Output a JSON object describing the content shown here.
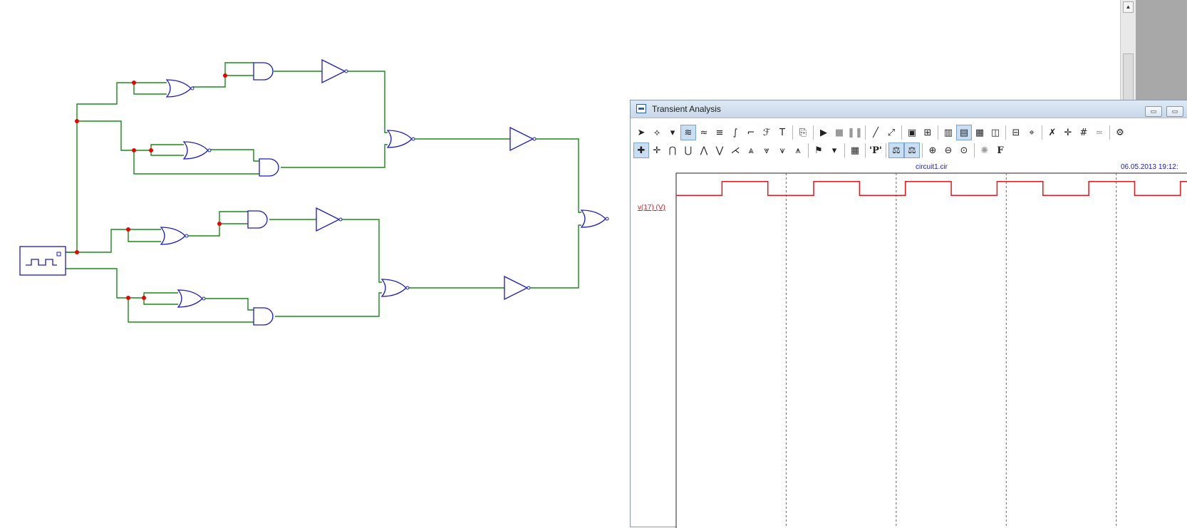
{
  "analysis_window": {
    "title": "Transient Analysis",
    "minimize_label": "▭",
    "maximize_label": "▭",
    "plot_file": "circuit1.cir",
    "plot_date": "06.05.2013 19:12:",
    "trace_label": "v(17) (V)",
    "trace_color": "#e8171c",
    "wire_color": "#1a8a1a",
    "gate_color": "#1a1ad0",
    "toolbar1": [
      {
        "name": "select-arrow-icon",
        "glyph": "➤"
      },
      {
        "name": "component-icon",
        "glyph": "⟡"
      },
      {
        "name": "dropdown-icon",
        "glyph": "▾"
      },
      {
        "name": "scale-icon",
        "glyph": "≋",
        "pressed": true
      },
      {
        "name": "wave-icon",
        "glyph": "≈"
      },
      {
        "name": "stack-icon",
        "glyph": "≡"
      },
      {
        "name": "curve-icon",
        "glyph": "∫"
      },
      {
        "name": "step-icon",
        "glyph": "⌐"
      },
      {
        "name": "fo-icon",
        "glyph": "ℱ"
      },
      {
        "name": "text-icon",
        "glyph": "T"
      },
      {
        "name": "sep",
        "sep": true
      },
      {
        "name": "export-icon",
        "glyph": "⎘"
      },
      {
        "name": "sep",
        "sep": true
      },
      {
        "name": "run-icon",
        "glyph": "▶"
      },
      {
        "name": "stop-icon",
        "glyph": "■",
        "dis": true
      },
      {
        "name": "pause-icon",
        "glyph": "❚❚",
        "dis": true
      },
      {
        "name": "sep",
        "sep": true
      },
      {
        "name": "line-icon",
        "glyph": "╱"
      },
      {
        "name": "diagonal-icon",
        "glyph": "⤢"
      },
      {
        "name": "sep",
        "sep": true
      },
      {
        "name": "frame-icon",
        "glyph": "▣"
      },
      {
        "name": "grid-icon",
        "glyph": "⊞"
      },
      {
        "name": "sep",
        "sep": true
      },
      {
        "name": "view1-icon",
        "glyph": "▥"
      },
      {
        "name": "view2-icon",
        "glyph": "▤",
        "pressed": true
      },
      {
        "name": "view3-icon",
        "glyph": "▦"
      },
      {
        "name": "view4-icon",
        "glyph": "◫"
      },
      {
        "name": "sep",
        "sep": true
      },
      {
        "name": "panel-icon",
        "glyph": "⊟"
      },
      {
        "name": "cursor-icon",
        "glyph": "⌖"
      },
      {
        "name": "sep",
        "sep": true
      },
      {
        "name": "marker1-icon",
        "glyph": "✗"
      },
      {
        "name": "marker2-icon",
        "glyph": "✛"
      },
      {
        "name": "marker3-icon",
        "glyph": "#"
      },
      {
        "name": "marker4-icon",
        "glyph": "≃",
        "dis": true
      },
      {
        "name": "sep",
        "sep": true
      },
      {
        "name": "properties-icon",
        "glyph": "⚙"
      }
    ],
    "toolbar2": [
      {
        "name": "cursor-left-icon",
        "glyph": "✚",
        "pressed": true
      },
      {
        "name": "cursor-right-icon",
        "glyph": "✛"
      },
      {
        "name": "peak-icon",
        "glyph": "⋂"
      },
      {
        "name": "valley-icon",
        "glyph": "⋃"
      },
      {
        "name": "high-icon",
        "glyph": "⋀"
      },
      {
        "name": "low-icon",
        "glyph": "⋁"
      },
      {
        "name": "inflection-icon",
        "glyph": "⋌"
      },
      {
        "name": "global-high-icon",
        "glyph": "⩓"
      },
      {
        "name": "global-low-icon",
        "glyph": "⩔"
      },
      {
        "name": "top-icon",
        "glyph": "⩛"
      },
      {
        "name": "bottom-icon",
        "glyph": "⩚"
      },
      {
        "name": "sep",
        "sep": true
      },
      {
        "name": "tag-icon",
        "glyph": "⚑"
      },
      {
        "name": "dropdown2-icon",
        "glyph": "▾"
      },
      {
        "name": "sep",
        "sep": true
      },
      {
        "name": "table-icon",
        "glyph": "▦"
      },
      {
        "name": "sep",
        "sep": true
      },
      {
        "name": "point-label-icon",
        "glyph": "'P'",
        "bold": true
      },
      {
        "name": "sep",
        "sep": true
      },
      {
        "name": "xy-icon",
        "glyph": "⚖",
        "pressed": true
      },
      {
        "name": "xy2-icon",
        "glyph": "⚖",
        "pressed": true
      },
      {
        "name": "sep",
        "sep": true
      },
      {
        "name": "zoom-in-icon",
        "glyph": "⊕"
      },
      {
        "name": "zoom-out-icon",
        "glyph": "⊖"
      },
      {
        "name": "zoom-fit-icon",
        "glyph": "⊙"
      },
      {
        "name": "sep",
        "sep": true
      },
      {
        "name": "settings-icon",
        "glyph": "✺",
        "dis": true
      },
      {
        "name": "font-icon",
        "glyph": "F",
        "bold": true
      }
    ]
  },
  "scrollbar": {
    "up_arrow": "▲"
  },
  "chart_data": {
    "type": "line",
    "series": [
      {
        "name": "v(17) (V)",
        "x": [
          0,
          1,
          1,
          2,
          2,
          3,
          3,
          4,
          4,
          5,
          5,
          6,
          6,
          7,
          7,
          8,
          8,
          9,
          9,
          10,
          10,
          11,
          11,
          11.5
        ],
        "y": [
          0,
          0,
          1,
          1,
          0,
          0,
          1,
          1,
          0,
          0,
          1,
          1,
          0,
          0,
          1,
          1,
          0,
          0,
          1,
          1,
          0,
          0,
          1,
          1
        ]
      }
    ],
    "xlim": [
      0,
      11.5
    ],
    "ylim": [
      -24,
      1.6
    ],
    "x_gridlines": [
      2.4,
      4.8,
      7.2,
      9.6
    ]
  }
}
